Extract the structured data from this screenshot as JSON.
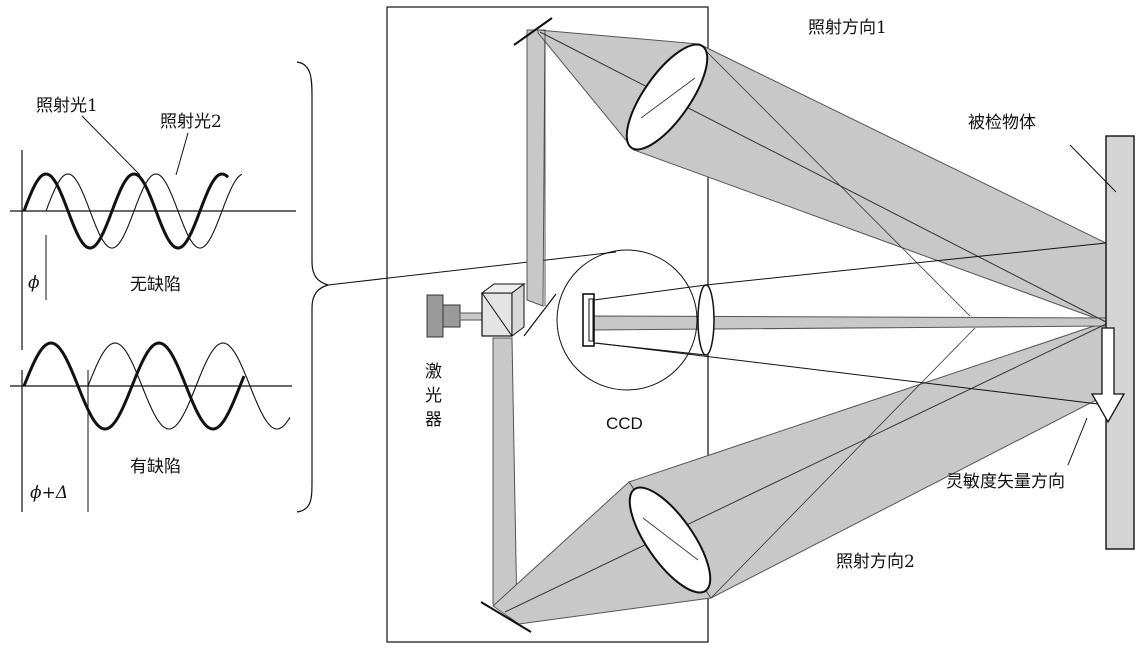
{
  "labels": {
    "light1": "照射光1",
    "light2": "照射光2",
    "no_defect": "无缺陷",
    "has_defect": "有缺陷",
    "phi": "ϕ",
    "phi_delta": "ϕ+Δ",
    "direction1": "照射方向1",
    "direction2": "照射方向2",
    "object": "被检物体",
    "ccd": "CCD",
    "laser": "激光器",
    "sensitivity": "灵敏度矢量方向"
  },
  "colors": {
    "beam_fill": "#c8c8c8",
    "beam_stroke": "#555555",
    "line": "#111111",
    "object_fill": "#d4d4d4",
    "laser_fill": "#9a9a9a"
  }
}
